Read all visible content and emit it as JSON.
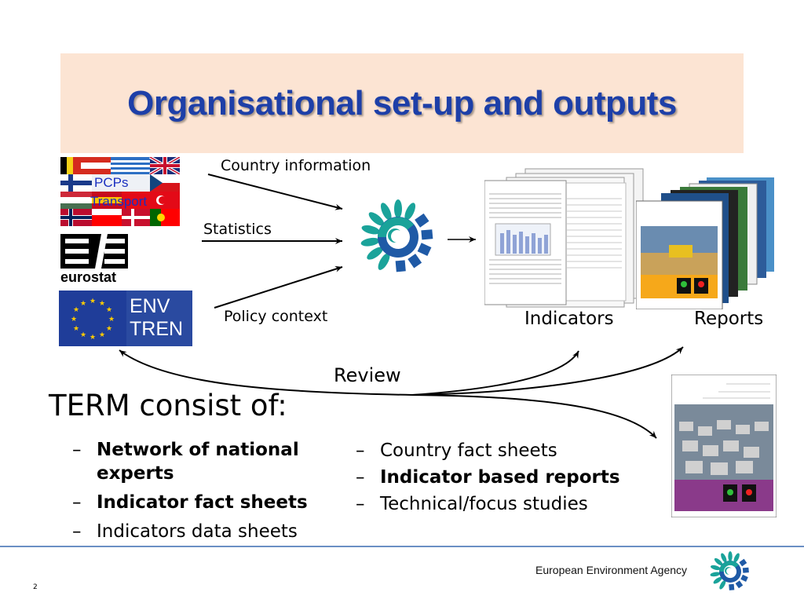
{
  "title": "Organisational set-up and outputs",
  "inputs": {
    "country_information": "Country information",
    "statistics": "Statistics",
    "policy_context": "Policy context"
  },
  "pcps": {
    "line1": "PCPs",
    "line2": "Transport"
  },
  "eurostat_label": "eurostat",
  "env_tren": {
    "line1": "ENV",
    "line2": "TREN"
  },
  "outputs": {
    "indicators": "Indicators",
    "reports": "Reports"
  },
  "review_label": "Review",
  "term": {
    "heading": "TERM consist of:",
    "left_items": [
      {
        "dash": "–",
        "text": "Network of national",
        "text2": "experts"
      },
      {
        "dash": "–",
        "text": "Indicator fact sheets"
      },
      {
        "dash": "–",
        "text": "Indicators data sheets"
      }
    ],
    "right_items": [
      {
        "dash": "–",
        "text": "Country fact sheets"
      },
      {
        "dash": "–",
        "text": "Indicator based reports"
      },
      {
        "dash": "–",
        "text": "Technical/focus studies"
      }
    ]
  },
  "footer": {
    "agency": "European Environment Agency",
    "page_number": "2"
  },
  "colors": {
    "title": "#1d3fa8",
    "title_band": "#fce4d3",
    "eea_teal": "#1aa39a",
    "eea_blue": "#1f5aa6",
    "eu_blue": "#2a4aa0"
  },
  "icons": [
    "eea-logo-icon",
    "arrow-right-icon",
    "eurostat-logo-icon",
    "eu-flag-icon"
  ]
}
